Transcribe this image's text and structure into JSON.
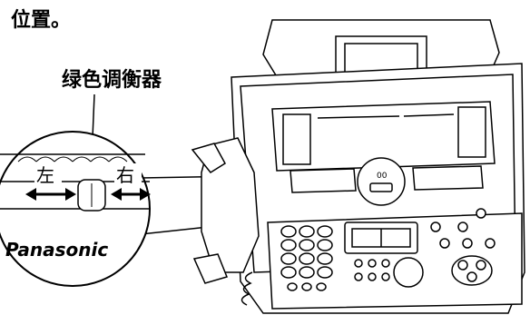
{
  "caption": "位置。",
  "callout": {
    "title": "绿色调衡器",
    "left_label": "左",
    "right_label": "右",
    "brand": "Panasonic"
  },
  "device_display_text": "00"
}
